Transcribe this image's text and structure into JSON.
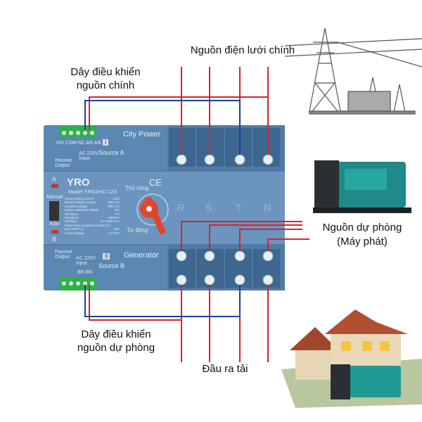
{
  "labels": {
    "grid_power": "Nguồn điện lưới chính",
    "main_control_1": "Dây điều khiển",
    "main_control_2": "nguồn chính",
    "backup_1": "Nguồn dự phòng",
    "backup_2": "(Máy phát)",
    "backup_control_1": "Dây điều khiển",
    "backup_control_2": "nguồn dự phòng",
    "load_output": "Đầu ra tải"
  },
  "device": {
    "brand": "YRO",
    "model": "Model YRG2HC-123",
    "ce": "CE",
    "source_a_num": "I",
    "source_a": "Source A",
    "city_power": "City Power",
    "source_b_num": "II",
    "source_b": "Source B",
    "generator": "Generator",
    "top_terminals": "ON COM NC   AR  AN",
    "top_input": "AC 220V Input",
    "passive_output": "Passive Output",
    "bottom_input": "AC 220V Input",
    "bottom_terminals": "BR  BN",
    "indicator_a": "A",
    "indicator_b": "B",
    "manual": "Manual",
    "auto": "Auto",
    "thu_cong": "Thủ công",
    "tu_dong": "Tự động",
    "phases": [
      "R",
      "S",
      "T",
      "N"
    ],
    "specs": [
      [
        "Rated working current",
        "100A"
      ],
      [
        "Rated insulation voltage",
        "420V AC"
      ],
      [
        "Insulation voltage",
        "690V AC"
      ],
      [
        "Impulse withstand voltage",
        "6kV"
      ],
      [
        "Tsu status",
        "PC"
      ],
      [
        "Frequency",
        "50/60Hz"
      ],
      [
        "Standard",
        "IEC 60947-6-1"
      ],
      [
        "Power frame breaking current(Icm)",
        ""
      ],
      [
        "(IEC 60947-3)",
        "5kA"
      ],
      [
        "Control voltage",
        "AC220V"
      ]
    ]
  },
  "colors": {
    "body": "#5b87b3",
    "terminal": "#2fb04a",
    "wire_red": "#d9232a",
    "wire_blue": "#1f3fa0",
    "handle": "#e2452a"
  }
}
